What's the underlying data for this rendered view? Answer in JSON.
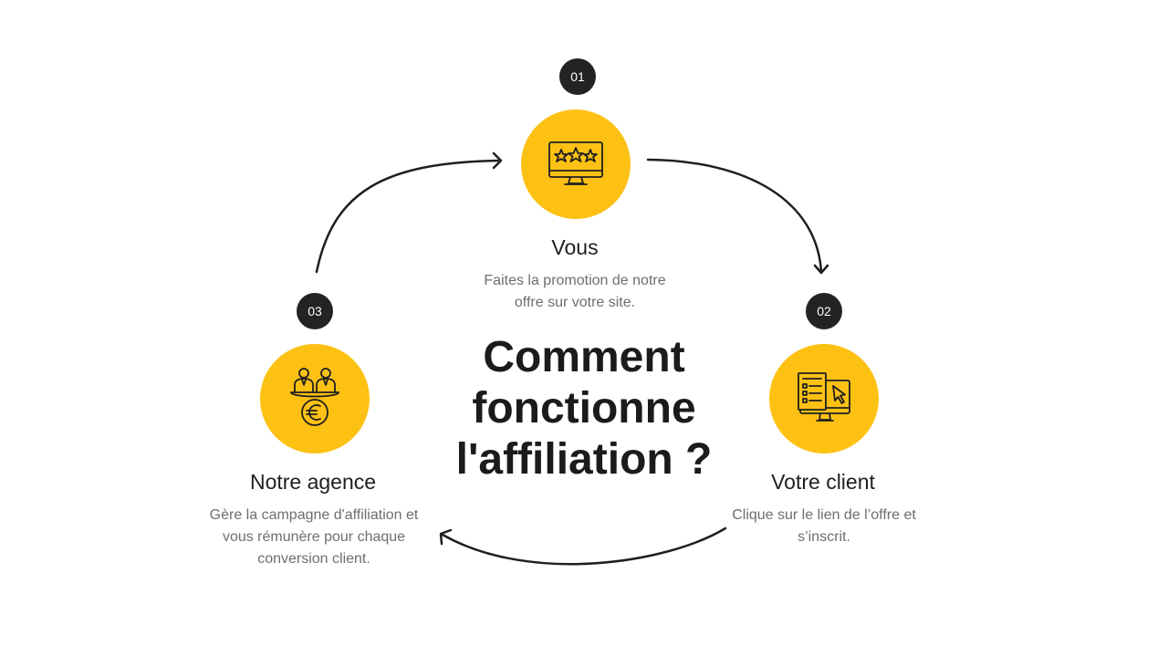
{
  "title": "Comment fonctionne l'affiliation ?",
  "colors": {
    "accent": "#FDC114",
    "badge": "#232323",
    "text": "#1f1f1f",
    "muted": "#6e6e6e"
  },
  "steps": [
    {
      "number": "01",
      "title": "Vous",
      "description": "Faites la promotion de notre offre sur votre site.",
      "icon": "monitor-stars-icon"
    },
    {
      "number": "02",
      "title": "Votre client",
      "description": "Clique sur le lien de l’offre et s’inscrit.",
      "icon": "monitor-form-cursor-icon"
    },
    {
      "number": "03",
      "title": "Notre agence",
      "description": "Gère la campagne d'affiliation et vous rémunère pour chaque conversion client.",
      "icon": "team-euro-icon"
    }
  ]
}
